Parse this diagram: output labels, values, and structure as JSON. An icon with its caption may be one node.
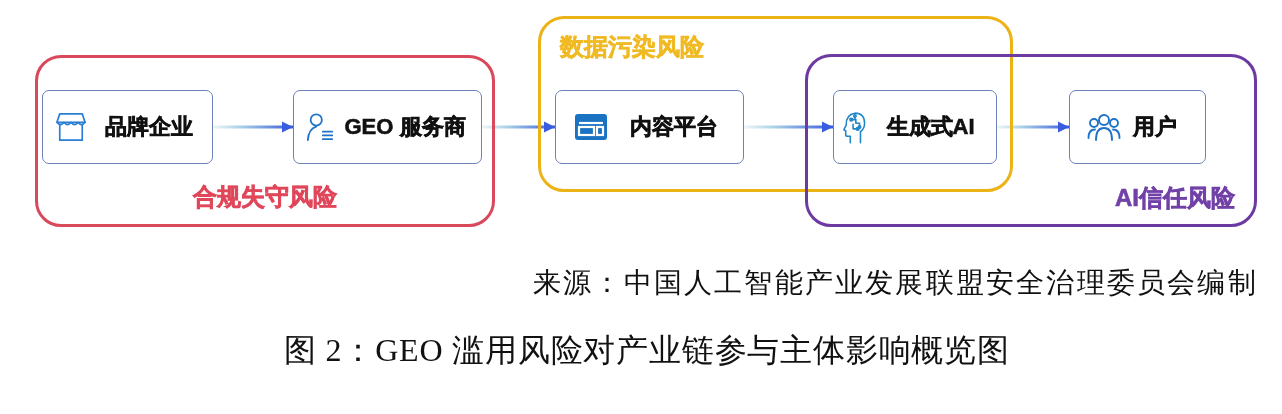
{
  "diagram": {
    "caption": "图 2：GEO 滥用风险对产业链参与主体影响概览图",
    "nodes": [
      {
        "text": [
          "合规失守风险"
        ]
      },
      {
        "text": [
          "品牌企业"
        ],
        "in": 0
      },
      {
        "text": [
          "GEO 服务商"
        ],
        "in": 0
      },
      {
        "text": [
          "数据污染风险"
        ]
      },
      {
        "text": [
          "内容平台"
        ],
        "in": 3
      },
      {
        "text": [
          "AI信任风险"
        ]
      },
      {
        "text": [
          "生成式AI"
        ]
      },
      {
        "text": [
          "用户"
        ],
        "in": 5
      }
    ],
    "edges": [
      {
        "from": 1,
        "to": 2,
        "arrow": "to"
      },
      {
        "from": 2,
        "to": 4,
        "arrow": "to"
      },
      {
        "from": 4,
        "to": 6,
        "arrow": "to"
      },
      {
        "from": 6,
        "to": 7,
        "arrow": "to"
      }
    ],
    "labels": [
      "来源：中国人工智能产业发展联盟安全治理委员会编制"
    ]
  }
}
